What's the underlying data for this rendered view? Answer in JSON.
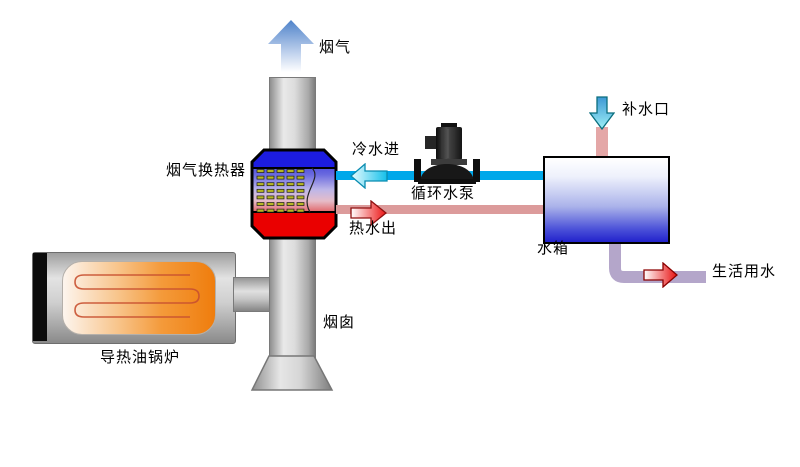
{
  "labels": {
    "flue_gas": "烟气",
    "flue_gas_heat_exchanger": "烟气换热器",
    "cold_water_in": "冷水进",
    "circulating_pump": "循环水泵",
    "hot_water_out": "热水出",
    "water_tank": "水箱",
    "makeup_water_inlet": "补水口",
    "domestic_water": "生活用水",
    "chimney": "烟囱",
    "thermal_oil_boiler": "导热油锅炉"
  },
  "icons": {
    "flue_gas_arrow": "up-block-arrow",
    "cold_water_arrow": "left-block-arrow",
    "hot_water_arrow": "right-block-arrow",
    "makeup_water_arrow": "down-block-arrow",
    "domestic_water_arrow": "right-block-arrow",
    "circulating_pump_icon": "vertical-inline-pump",
    "heat_exchanger_icon": "octagon-blue-to-red-with-tube-bundle"
  },
  "colors": {
    "background": "#FFFFFF",
    "cold-pipe": "#00A8EA",
    "hot-pipe": "#DC9B9B",
    "makeup-pipe": "#E4A7A7",
    "domestic-pipe": "#B4A6CA",
    "exchanger-cold": "#1C1CE0",
    "exchanger-hot": "#EA0000",
    "tank-bottom": "#2222CC",
    "boiler-flame": "#EF7D0D",
    "label-text": "#000000"
  }
}
